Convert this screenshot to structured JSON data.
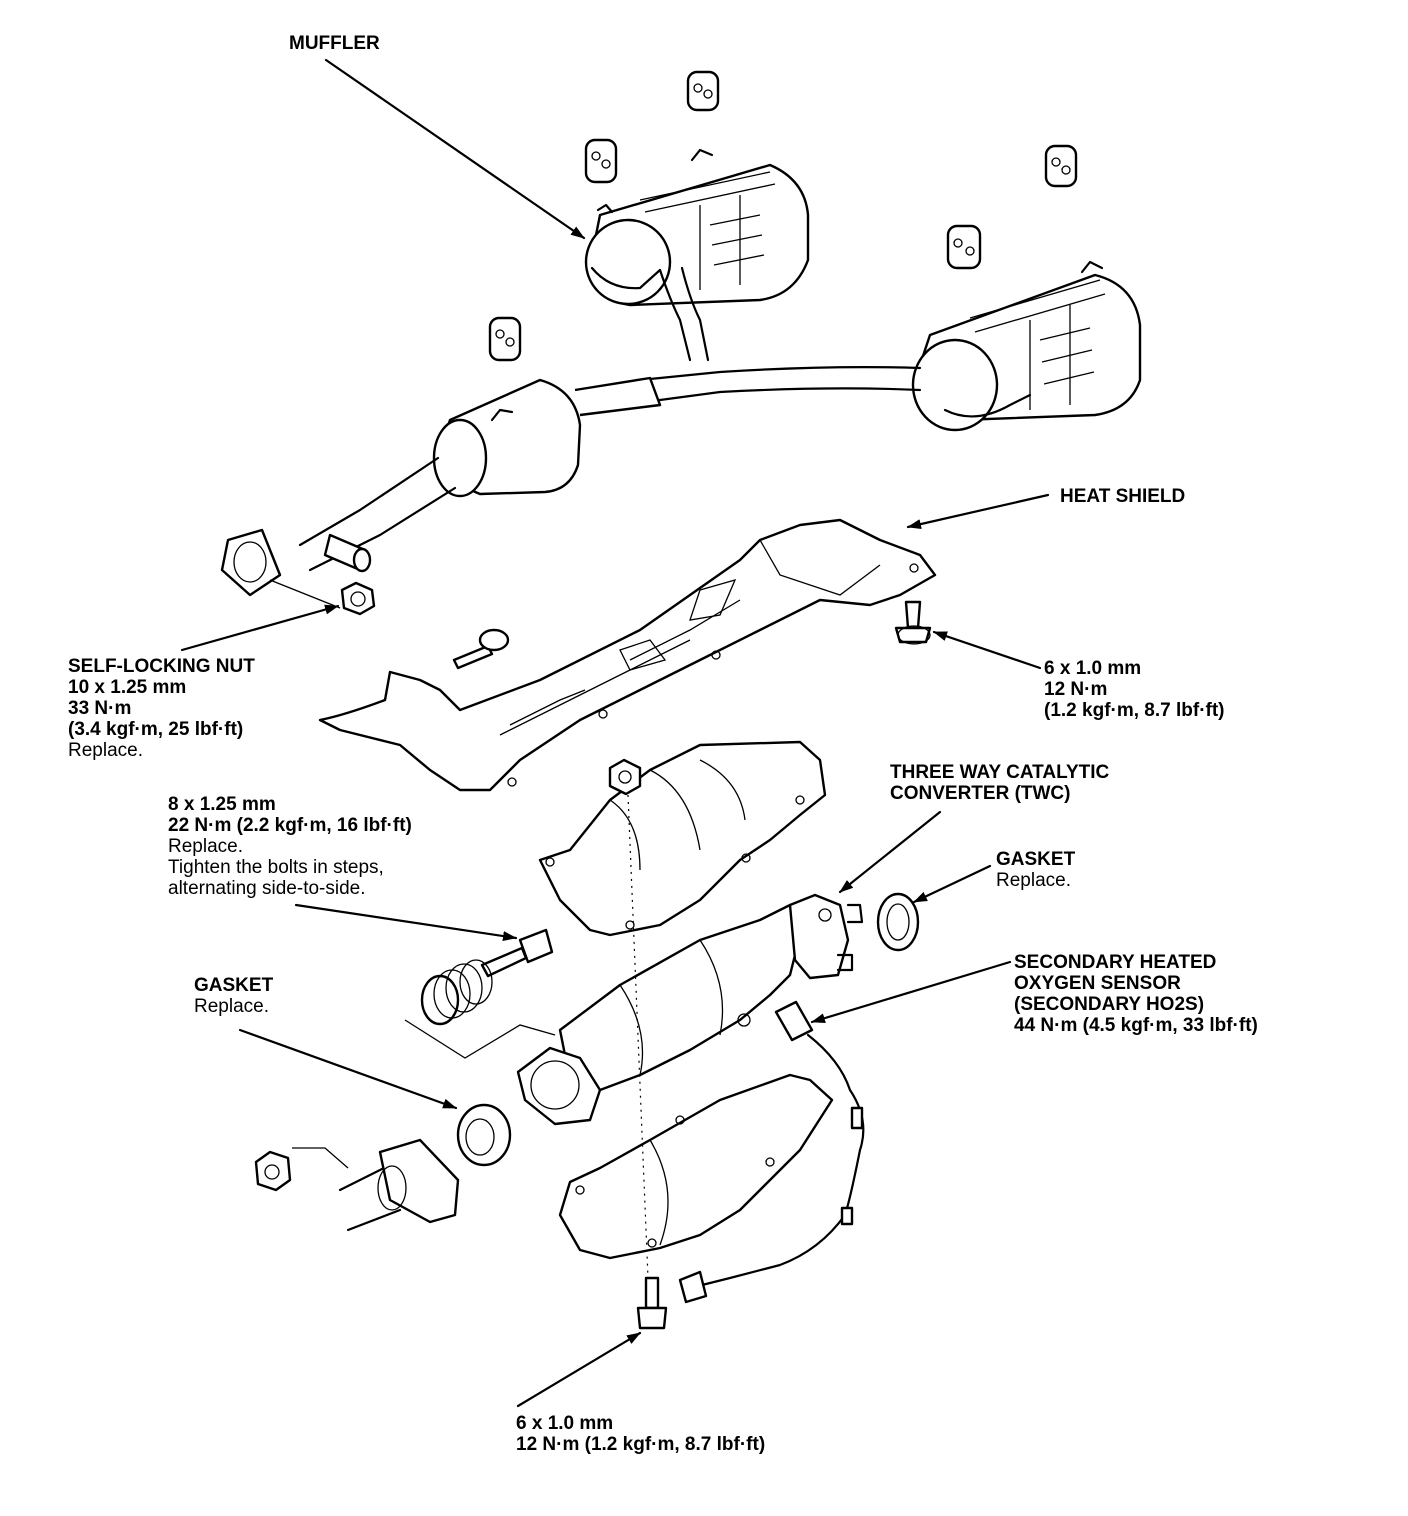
{
  "labels": {
    "muffler": [
      "MUFFLER"
    ],
    "heat_shield": [
      "HEAT SHIELD"
    ],
    "self_locking_nut": {
      "bold": [
        "SELF-LOCKING NUT",
        "10 x 1.25 mm",
        "33 N·m",
        "(3.4 kgf·m, 25 lbf·ft)"
      ],
      "normal": [
        "Replace."
      ]
    },
    "bolt_6x1_upper": {
      "bold": [
        "6 x 1.0 mm",
        "12 N·m",
        "(1.2 kgf·m, 8.7 lbf·ft)"
      ],
      "normal": []
    },
    "twc": [
      "THREE WAY CATALYTIC",
      "CONVERTER (TWC)"
    ],
    "bolt_8x125": {
      "bold": [
        "8 x 1.25 mm",
        "22 N·m (2.2 kgf·m, 16 lbf·ft)"
      ],
      "normal": [
        "Replace.",
        "Tighten the bolts in steps,",
        " alternating side-to-side."
      ]
    },
    "gasket_right": {
      "bold": [
        "GASKET"
      ],
      "normal": [
        "Replace."
      ]
    },
    "ho2s": {
      "bold": [
        "SECONDARY HEATED",
        "OXYGEN SENSOR",
        "(SECONDARY HO2S)",
        "44 N·m (4.5 kgf·m, 33 lbf·ft)"
      ],
      "normal": []
    },
    "gasket_left": {
      "bold": [
        "GASKET"
      ],
      "normal": [
        "Replace."
      ]
    },
    "bolt_6x1_lower": {
      "bold": [
        "6 x 1.0 mm",
        "12 N·m (1.2 kgf·m, 8.7 lbf·ft)"
      ],
      "normal": []
    }
  }
}
